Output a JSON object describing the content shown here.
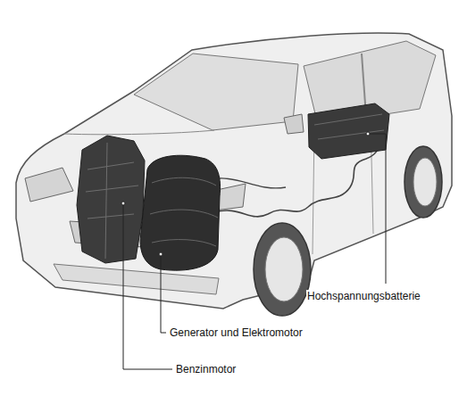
{
  "diagram": {
    "labels": [
      "Hochspannungsbatterie",
      "Generator und Elektromotor",
      "Benzinmotor"
    ]
  }
}
